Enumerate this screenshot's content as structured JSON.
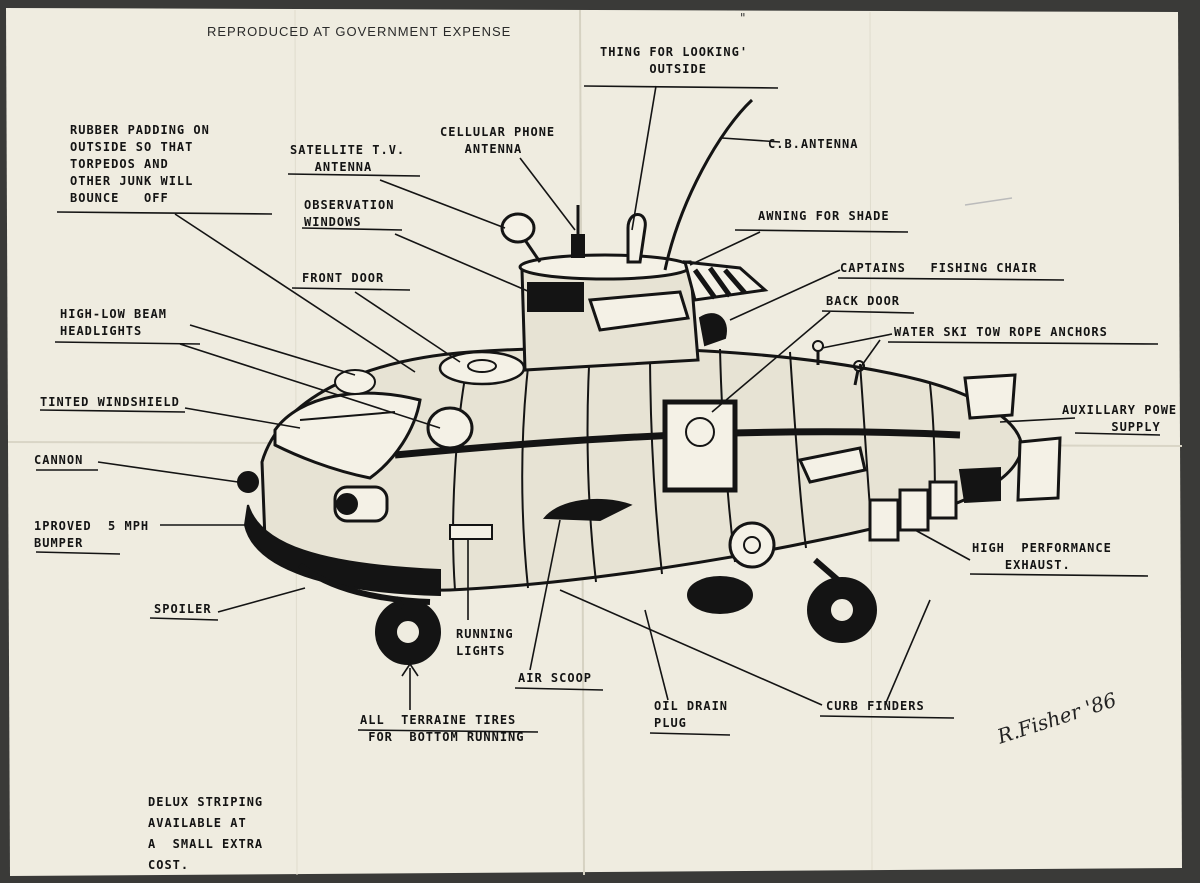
{
  "header": "REPRODUCED AT GOVERNMENT EXPENSE",
  "labels": {
    "thing_for_looking": "THING FOR LOOKING'\n      OUTSIDE",
    "cb_antenna": "C.B.ANTENNA",
    "cellular_phone": "CELLULAR PHONE\n   ANTENNA",
    "rubber_padding": "RUBBER PADDING ON\nOUTSIDE SO THAT\nTORPEDOS AND\nOTHER JUNK WILL\nBOUNCE   OFF",
    "satellite": "SATELLITE T.V.\n   ANTENNA",
    "observation": "OBSERVATION\nWINDOWS",
    "awning": "AWNING FOR SHADE",
    "captains_chair": "CAPTAINS   FISHING CHAIR",
    "front_door": "FRONT DOOR",
    "back_door": "BACK DOOR",
    "high_low": "HIGH-LOW BEAM\nHEADLIGHTS",
    "water_ski": "WATER SKI TOW ROPE ANCHORS",
    "tinted": "TINTED WINDSHIELD",
    "auxiliary": "AUXILLARY POWE\n      SUPPLY",
    "cannon": "CANNON",
    "bumper": "1PROVED  5 MPH\nBUMPER",
    "exhaust": "HIGH  PERFORMANCE\n    EXHAUST.",
    "spoiler": "SPOILER",
    "running_lights": "RUNNING\nLIGHTS",
    "air_scoop": "AIR SCOOP",
    "oil_drain": "OIL DRAIN\nPLUG",
    "curb_finders": "CURB FINDERS",
    "tires": "ALL  TERRAINE TIRES\n FOR  BOTTOM RUNNING",
    "delux": "DELUX STRIPING\nAVAILABLE AT\nA  SMALL EXTRA\nCOST."
  },
  "signature": "R.Fisher '86",
  "colors": {
    "paper": "#efece0",
    "ink": "#141414",
    "background": "#3a3a38"
  }
}
